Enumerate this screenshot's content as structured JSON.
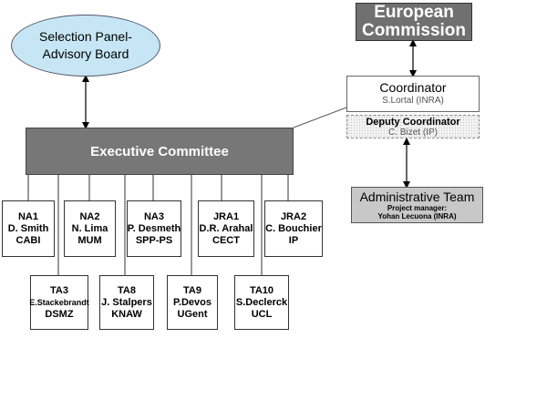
{
  "selection_panel": {
    "line1": "Selection Panel-",
    "line2": "Advisory Board"
  },
  "european_commission": {
    "line1": "European",
    "line2": "Commission"
  },
  "coordinator": {
    "title": "Coordinator",
    "person": "S.Lortal (INRA)"
  },
  "deputy_coordinator": {
    "title": "Deputy Coordinator",
    "person": "C. Bizet (IP)"
  },
  "administrative_team": {
    "title": "Administrative Team",
    "line1": "Project manager:",
    "line2": "Yohan Lecuona (INRA)"
  },
  "executive_committee": {
    "title": "Executive Committee"
  },
  "top_row": [
    {
      "code": "NA1",
      "name": "D. Smith",
      "org": "CABI"
    },
    {
      "code": "NA2",
      "name": "N. Lima",
      "org": "MUM"
    },
    {
      "code": "NA3",
      "name": "P. Desmeth",
      "org": "SPP-PS"
    },
    {
      "code": "JRA1",
      "name": "D.R. Arahal",
      "org": "CECT"
    },
    {
      "code": "JRA2",
      "name": "C. Bouchier",
      "org": "IP"
    }
  ],
  "bottom_row": [
    {
      "code": "TA3",
      "name": "E.Stackebrandt",
      "org": "DSMZ"
    },
    {
      "code": "TA8",
      "name": "J. Stalpers",
      "org": "KNAW"
    },
    {
      "code": "TA9",
      "name": "P.Devos",
      "org": "UGent"
    },
    {
      "code": "TA10",
      "name": "S.Declerck",
      "org": "UCL"
    }
  ]
}
